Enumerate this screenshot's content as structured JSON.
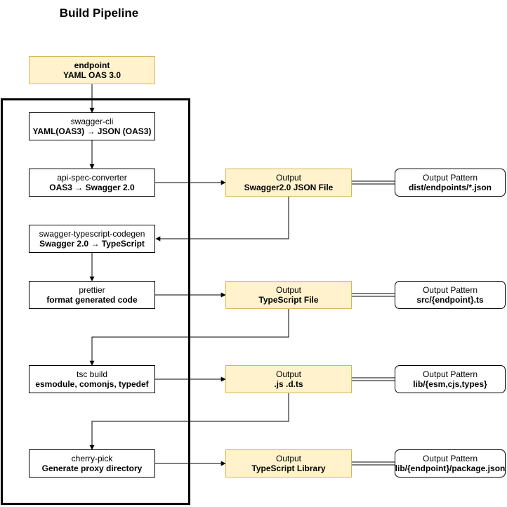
{
  "title": "Build Pipeline",
  "input": {
    "line1": "endpoint",
    "line2": "YAML OAS 3.0"
  },
  "steps": [
    {
      "line1": "swagger-cli",
      "line2": "YAML(OAS3) → JSON (OAS3)"
    },
    {
      "line1": "api-spec-converter",
      "line2": "OAS3 → Swagger 2.0"
    },
    {
      "line1": "swagger-typescript-codegen",
      "line2": "Swagger 2.0 → TypeScript"
    },
    {
      "line1": "prettier",
      "line2": "format generated code"
    },
    {
      "line1": "tsc build",
      "line2": "esmodule, comonjs, typedef"
    },
    {
      "line1": "cherry-pick",
      "line2": "Generate proxy directory"
    }
  ],
  "outputs": [
    {
      "line1": "Output",
      "line2": "Swagger2.0 JSON File"
    },
    {
      "line1": "Output",
      "line2": "TypeScript File"
    },
    {
      "line1": "Output",
      "line2": ".js .d.ts"
    },
    {
      "line1": "Output",
      "line2": "TypeScript Library"
    }
  ],
  "patterns": [
    {
      "line1": "Output Pattern",
      "line2": "dist/endpoints/*.json"
    },
    {
      "line1": "Output Pattern",
      "line2": "src/{endpoint}.ts"
    },
    {
      "line1": "Output Pattern",
      "line2": "lib/{esm,cjs,types}"
    },
    {
      "line1": "Output Pattern",
      "line2": "lib/{endpoint}/package.json"
    }
  ],
  "colors": {
    "output_fill": "#fff2cc",
    "output_stroke": "#d6b656",
    "line": "#000000"
  }
}
